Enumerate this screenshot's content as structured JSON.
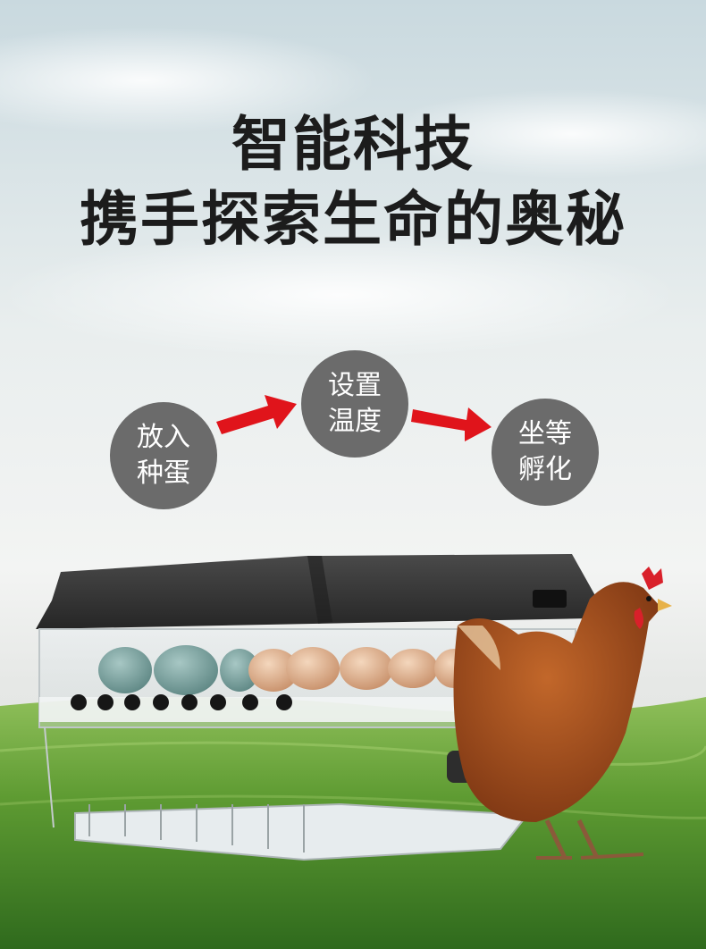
{
  "headline": {
    "line1": "智能科技",
    "line2": "携手探索生命的奥秘"
  },
  "steps": [
    {
      "line1": "放入",
      "line2": "种蛋"
    },
    {
      "line1": "设置",
      "line2": "温度"
    },
    {
      "line1": "坐等",
      "line2": "孵化"
    }
  ],
  "colors": {
    "arrow": "#e0141b",
    "circle": "#6b6b6b",
    "title": "#1c1c1c",
    "grass": "#4f8f2c",
    "incubator_lid": "#3a3a3a",
    "hen": "#9a4a1c"
  },
  "icons": [
    "arrow-right-icon",
    "incubator-illustration",
    "hen-illustration",
    "egg-icon"
  ]
}
